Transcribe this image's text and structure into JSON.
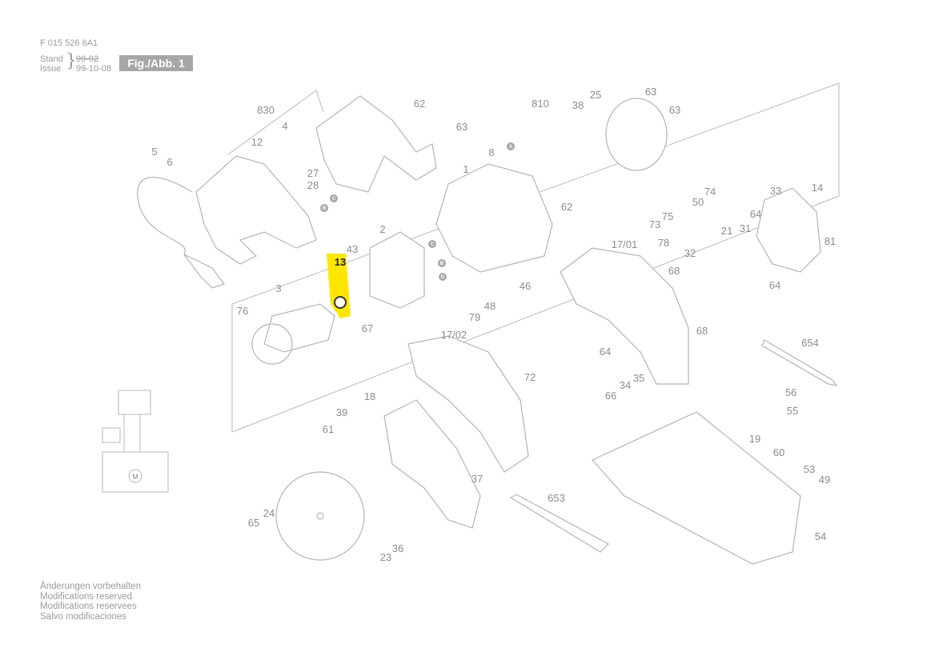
{
  "header": {
    "doc_code": "F 015 526 6A1",
    "stand_label": "Stand",
    "issue_label": "Issue",
    "stand_date": "99-02",
    "issue_date": "99-10-08",
    "fig_label": "Fig./Abb. 1"
  },
  "footer": [
    "Änderungen vorbehalten",
    "Modifications reserved",
    "Modifications reservees",
    "Salvo modificaciones"
  ],
  "diagram": {
    "highlight_color": "#ffe600",
    "line_color": "#b4b4b4",
    "highlighted_part": "13",
    "connector_letters": [
      "A",
      "B",
      "C",
      "D"
    ],
    "motor_symbol": "M",
    "labels": [
      "830",
      "4",
      "12",
      "27",
      "28",
      "5",
      "6",
      "62",
      "63",
      "810",
      "38",
      "25",
      "63",
      "63",
      "8",
      "1",
      "62",
      "2",
      "43",
      "13",
      "3",
      "76",
      "67",
      "17/01",
      "73",
      "75",
      "50",
      "74",
      "78",
      "68",
      "32",
      "21",
      "31",
      "64",
      "33",
      "14",
      "81",
      "64",
      "46",
      "48",
      "79",
      "64",
      "68",
      "17/02",
      "72",
      "35",
      "34",
      "66",
      "654",
      "18",
      "39",
      "61",
      "56",
      "55",
      "19",
      "60",
      "53",
      "49",
      "37",
      "653",
      "54",
      "24",
      "65",
      "23",
      "36"
    ]
  }
}
